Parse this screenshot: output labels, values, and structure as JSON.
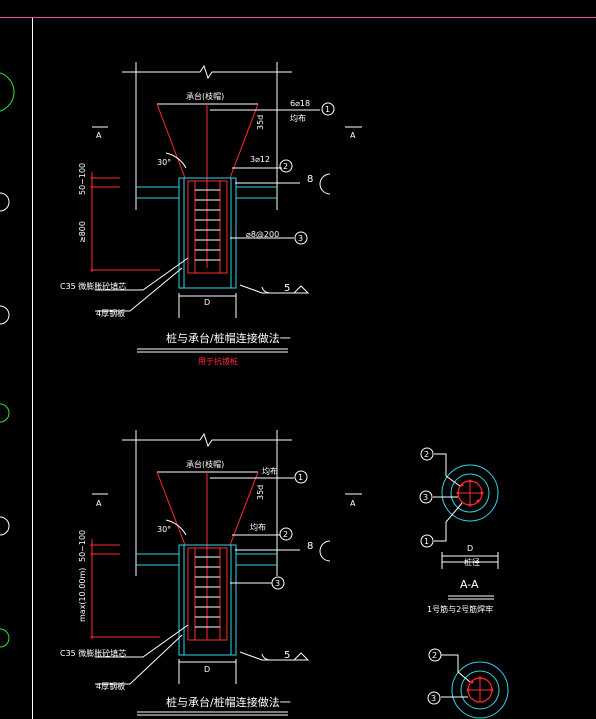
{
  "colors": {
    "background": "#000000",
    "white": "#ffffff",
    "red": "#ff2a2a",
    "cyan": "#32d4e6",
    "green": "#2ee63a",
    "magenta": "#e0509a"
  },
  "top_detail": {
    "label_cap": "承台(枝帽)",
    "label_6phi18": "6⌀18",
    "label_junbu": "均布",
    "label_35d": "35d",
    "label_30deg": "30°",
    "label_3phi12": "3⌀12",
    "label_phi8": "⌀8@200",
    "label_50_100": "50~100",
    "label_ge800": "≥800",
    "label_c35": "C35 微膨胀砼填芯",
    "label_plate": "4厚钢板",
    "label_D": "D",
    "section_A": "A",
    "callout_1": "1",
    "callout_2": "2",
    "callout_3": "3",
    "callout_5": "5",
    "callout_8": "8",
    "title": "桩与承台/桩帽连接做法一",
    "subtitle": "用于抗拔桩"
  },
  "bottom_detail": {
    "label_cap": "承台(枝帽)",
    "label_junbu_1": "均布",
    "label_junbu_2": "均布",
    "label_35d": "35d",
    "label_30deg": "30°",
    "label_50_100": "50~100",
    "label_max": "max(10.00m)",
    "label_c35": "C35 微膨胀砼填芯",
    "label_plate": "4厚钢板",
    "label_D": "D",
    "section_A": "A",
    "callout_1": "1",
    "callout_2": "2",
    "callout_3": "3",
    "callout_5": "5",
    "callout_8": "8",
    "title": "桩与承台/桩帽连接做法一"
  },
  "section_view": {
    "callout_1": "1",
    "callout_2": "2",
    "callout_3": "3",
    "label_D": "D",
    "label_zhuojing": "桩径",
    "title": "A-A",
    "note": "1号筋与2号筋焊牢"
  },
  "section_view_2": {
    "callout_2": "2",
    "callout_3": "3"
  }
}
